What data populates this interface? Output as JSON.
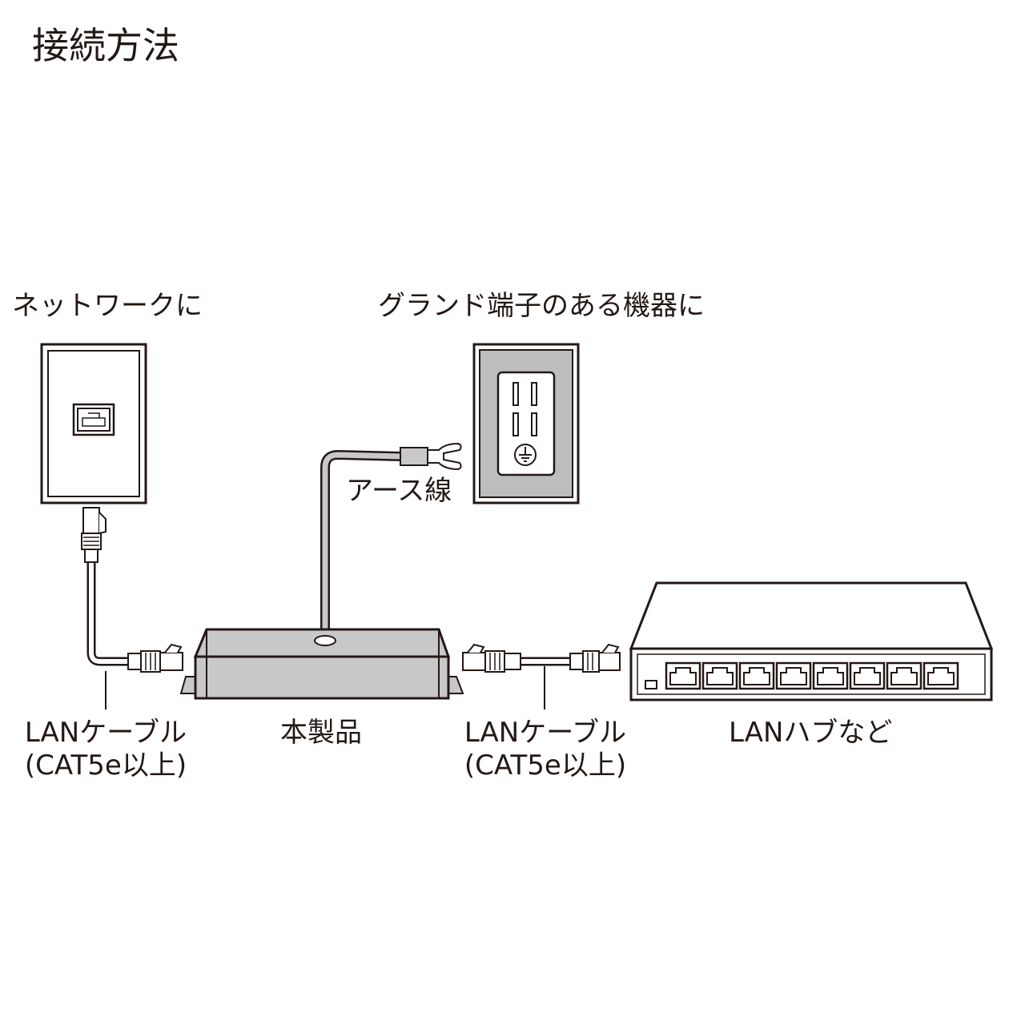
{
  "title": "接続方法",
  "labels": {
    "network": "ネットワークに",
    "ground_device": "グランド端子のある機器に",
    "earth_wire": "アース線",
    "product": "本製品",
    "hub": "LANハブなど"
  },
  "cables": [
    {
      "line1": "LANケーブル",
      "line2": "(CAT5e以上)"
    },
    {
      "line1": "LANケーブル",
      "line2": "(CAT5e以上)"
    }
  ],
  "colors": {
    "stroke": "#231815",
    "device_fill": "#c8c8c8",
    "panel_fill": "#ffffff",
    "socket_frame": "#bdbdbd"
  }
}
